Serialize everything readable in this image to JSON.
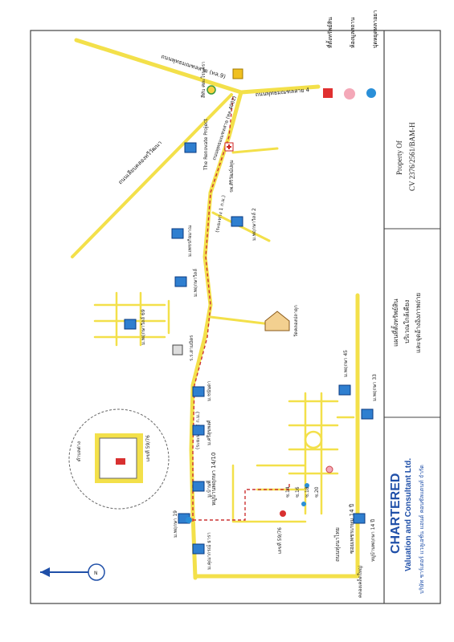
{
  "legend": {
    "items": [
      {
        "label": "ที่ตั้งทรัพย์สิน",
        "color": "#e03030",
        "icon": "property-marker-icon"
      },
      {
        "label": "ห้องมูลสถาน",
        "color": "#f4a8b8",
        "icon": "pink-circle-icon"
      },
      {
        "label": "ปุดหยุดหลาอยา",
        "color": "#2a8fd8",
        "icon": "blue-marker-icon"
      }
    ]
  },
  "property": {
    "label": "Property Of",
    "code": "CV 2376/2561/BAM-H"
  },
  "map_title": {
    "line1": "แผนที่ตั้งทรัพย์สิน",
    "line2": "บริเวณใกล้เคียง",
    "line3": "และจุดอ้างอิงภาพถ่าย"
  },
  "company": {
    "name_line1": "CHARTERED",
    "name_line2": "Valuation and Consultant Ltd.",
    "name_thai": "บริษัท ชาร์เตอร์ แวลูเอชั่น แอนด์ คอนซัลแตนท์ จำกัด"
  },
  "roads": {
    "top_highway": "ถนนพุทธมณฑลสาย (ทล.9)",
    "right_road": "ถนนพุทธมณฑลสาย 4",
    "diagonal_road": "ถนนเลียบคลองทวีวัฒนา",
    "main_road": "ถนนพุทธมณฑลสาย (ทล.4002)",
    "route_dist1": "(ระยะทาง 1 ก.ม.)",
    "route_dist2": "(ระยะทาง 2 ก.ม.)",
    "side_road": "ซอยเพชรเกษม 14 ปี",
    "soi": "หมู่บ้านพฤกษา 14/10",
    "bottom_road": "ถนนทุ่งนาไทย"
  },
  "places": {
    "landmark_top": "สีทับ ศตะโรนครา",
    "renovate": "The Renovate Project",
    "hospital": "รพ.ศิริวัฒน์ปทุม",
    "village1": "ม.เพชรกิจมาณ",
    "village2": "ม.พฤกษาวิลล์ 2",
    "village3": "ม.พฤกษาวิลล์",
    "school": "ร.ร.สามมิตร",
    "temple": "วัดคลองปลาดุก",
    "village4": "ม.พฤกษาวิลล์ 69",
    "village5": "ม.พฤกษา 45",
    "village6": "ม.พฤกษา 33",
    "village7": "ม.ชนันดา",
    "village8": "ม.ศรีสุขพงศ์",
    "village9": "ม.บ้านพี่",
    "village10": "ม.พฤกษา 19",
    "village11": "ม.คุณากรณ์ ธารา",
    "village12": "หมู่บ้านพฤกษา 14 ปี",
    "village13": "คลองเคล็ดใหญ่",
    "lot_tag": "เลขที่ 59/76",
    "inset_title": "ตำบลต่าง",
    "inset_subtitle": "ผังบริเวณ",
    "north": "N",
    "p14": "ซ.14",
    "p15": "ซ.16",
    "p18": "ซ.18",
    "p20": "ซ.20"
  }
}
